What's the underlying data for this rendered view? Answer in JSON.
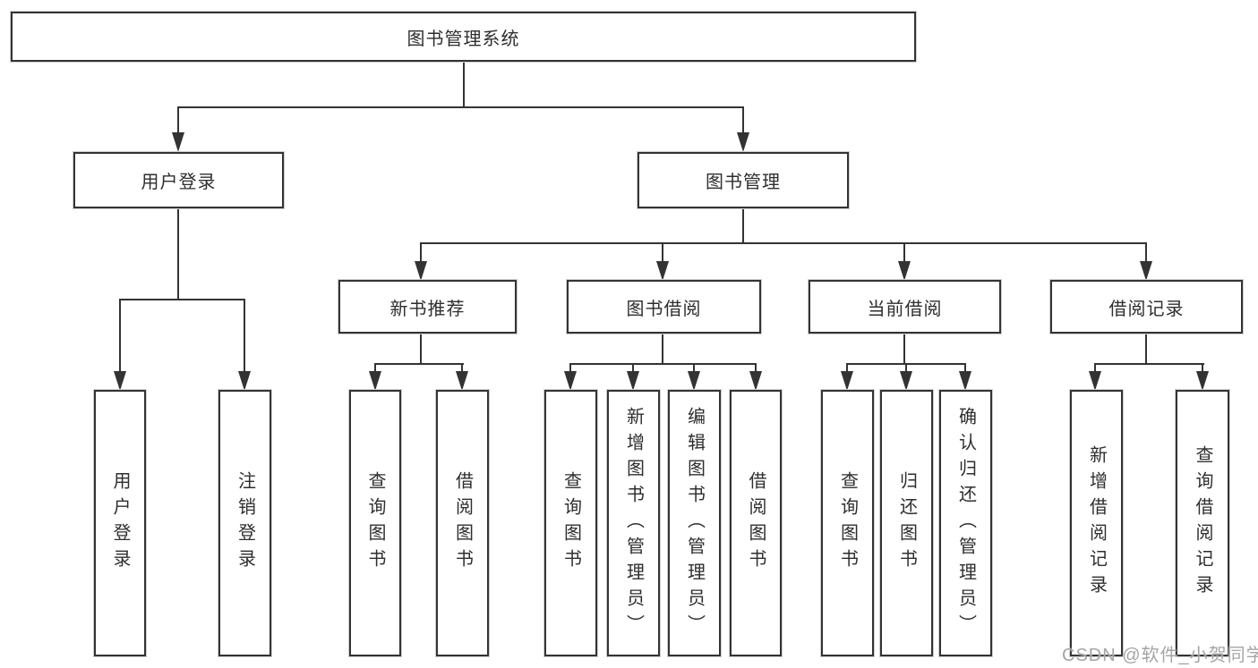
{
  "diagram": {
    "type": "hierarchy-tree",
    "root": {
      "label": "图书管理系统",
      "children": [
        {
          "label": "用户登录",
          "children": [
            {
              "label": "用户登录"
            },
            {
              "label": "注销登录"
            }
          ]
        },
        {
          "label": "图书管理",
          "children": [
            {
              "label": "新书推荐",
              "children": [
                {
                  "label": "查询图书"
                },
                {
                  "label": "借阅图书"
                }
              ]
            },
            {
              "label": "图书借阅",
              "children": [
                {
                  "label": "查询图书"
                },
                {
                  "label": "新增图书（管理员）"
                },
                {
                  "label": "编辑图书（管理员）"
                },
                {
                  "label": "借阅图书"
                }
              ]
            },
            {
              "label": "当前借阅",
              "children": [
                {
                  "label": "查询图书"
                },
                {
                  "label": "归还图书"
                },
                {
                  "label": "确认归还（管理员）"
                }
              ]
            },
            {
              "label": "借阅记录",
              "children": [
                {
                  "label": "新增借阅记录"
                },
                {
                  "label": "查询借阅记录"
                }
              ]
            }
          ]
        }
      ]
    }
  },
  "watermark": {
    "text": "CSDN @软件_小贺同学"
  },
  "colors": {
    "line": "#333333",
    "box_border": "#333333",
    "box_fill": "#ffffff",
    "text": "#2e2e2e",
    "watermark_text": "#a5a5a8",
    "background": "#ffffff"
  }
}
